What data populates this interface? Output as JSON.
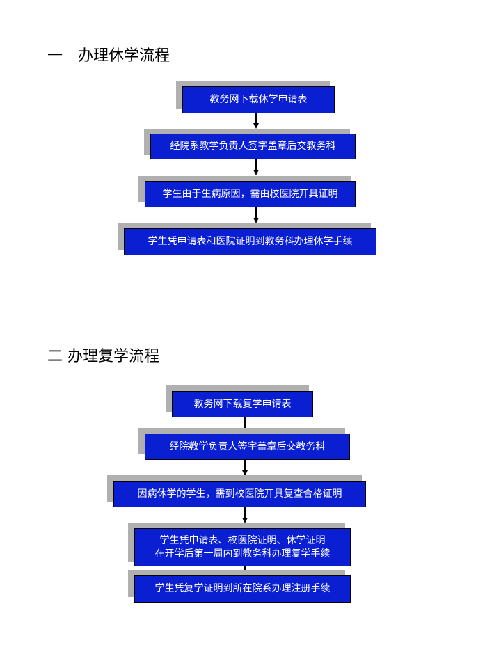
{
  "section1": {
    "title": "一　办理休学流程",
    "steps": [
      "教务网下载休学申请表",
      "经院系教学负责人签字盖章后交教务科",
      "学生由于生病原因，需由校医院开具证明",
      "学生凭申请表和医院证明到教务科办理休学手续"
    ]
  },
  "section2": {
    "title": "二  办理复学流程",
    "steps": [
      "教务网下载复学申请表",
      "经院教学负责人签字盖章后交教务科",
      "因病休学的学生，需到校医院开具复查合格证明",
      "学生凭申请表、校医院证明、休学证明",
      "在开学后第一周内到教务科办理复学手续",
      "学生凭复学证明到所在院系办理注册手续"
    ]
  },
  "colors": {
    "box_fill": "#0a1fd2",
    "shadow": "#b0b0b0",
    "text": "#ffffff"
  }
}
